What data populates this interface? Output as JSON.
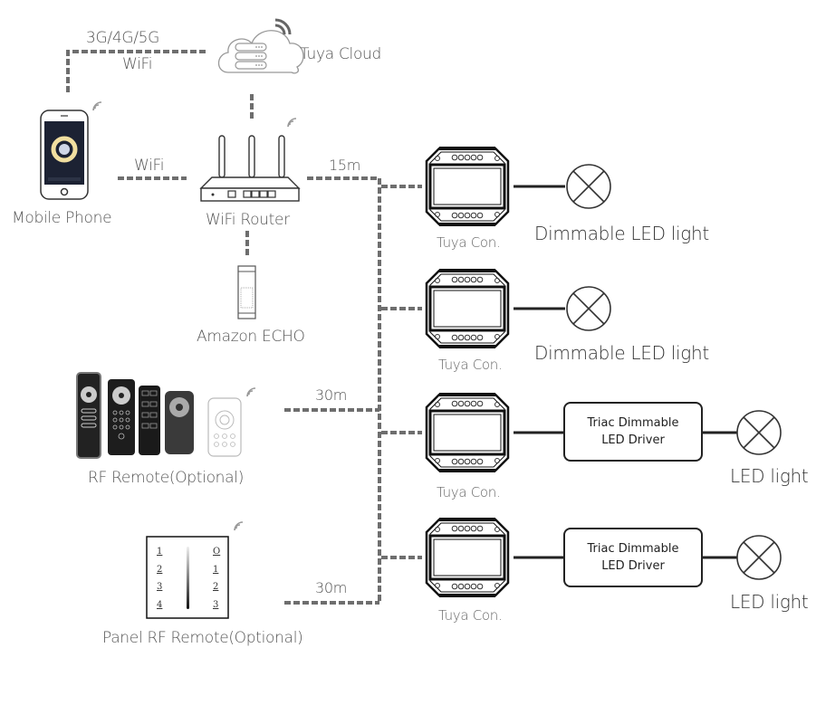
{
  "diagram": {
    "cloud": {
      "label": "Tuya Cloud",
      "icon": "cloud-server-icon"
    },
    "phone": {
      "label": "Mobile Phone",
      "icon": "smartphone-icon"
    },
    "router": {
      "label": "WiFi Router",
      "icon": "wifi-router-icon"
    },
    "echo": {
      "label": "Amazon ECHO",
      "icon": "smart-speaker-icon"
    },
    "rf_remote": {
      "label": "RF Remote(Optional)",
      "icon": "rf-remote-group-icon"
    },
    "panel_remote": {
      "label": "Panel RF Remote(Optional)",
      "icon": "panel-remote-icon",
      "left_keys": [
        "1",
        "2",
        "3",
        "4"
      ],
      "right_keys": [
        "O",
        "1",
        "2",
        "3"
      ]
    },
    "links": {
      "phone_cloud_top": "3G/4G/5G",
      "phone_cloud_bottom": "WiFi",
      "phone_router": "WiFi",
      "router_trunk": "15m",
      "rf_remote_trunk": "30m",
      "panel_remote_trunk": "30m"
    },
    "controllers": [
      {
        "label": "Tuya Con.",
        "load": "Dimmable LED light",
        "driver": null
      },
      {
        "label": "Tuya Con.",
        "load": "Dimmable LED light",
        "driver": null
      },
      {
        "label": "Tuya Con.",
        "load": "LED light",
        "driver": [
          "Triac Dimmable",
          "LED Driver"
        ]
      },
      {
        "label": "Tuya Con.",
        "load": "LED light",
        "driver": [
          "Triac Dimmable",
          "LED Driver"
        ]
      }
    ],
    "colors": {
      "dashed_line": "#6e6e6e",
      "solid_line": "#222222",
      "text": "#555555",
      "phone_screen": "#1c2233",
      "phone_ring": "#f1dfa0"
    }
  }
}
